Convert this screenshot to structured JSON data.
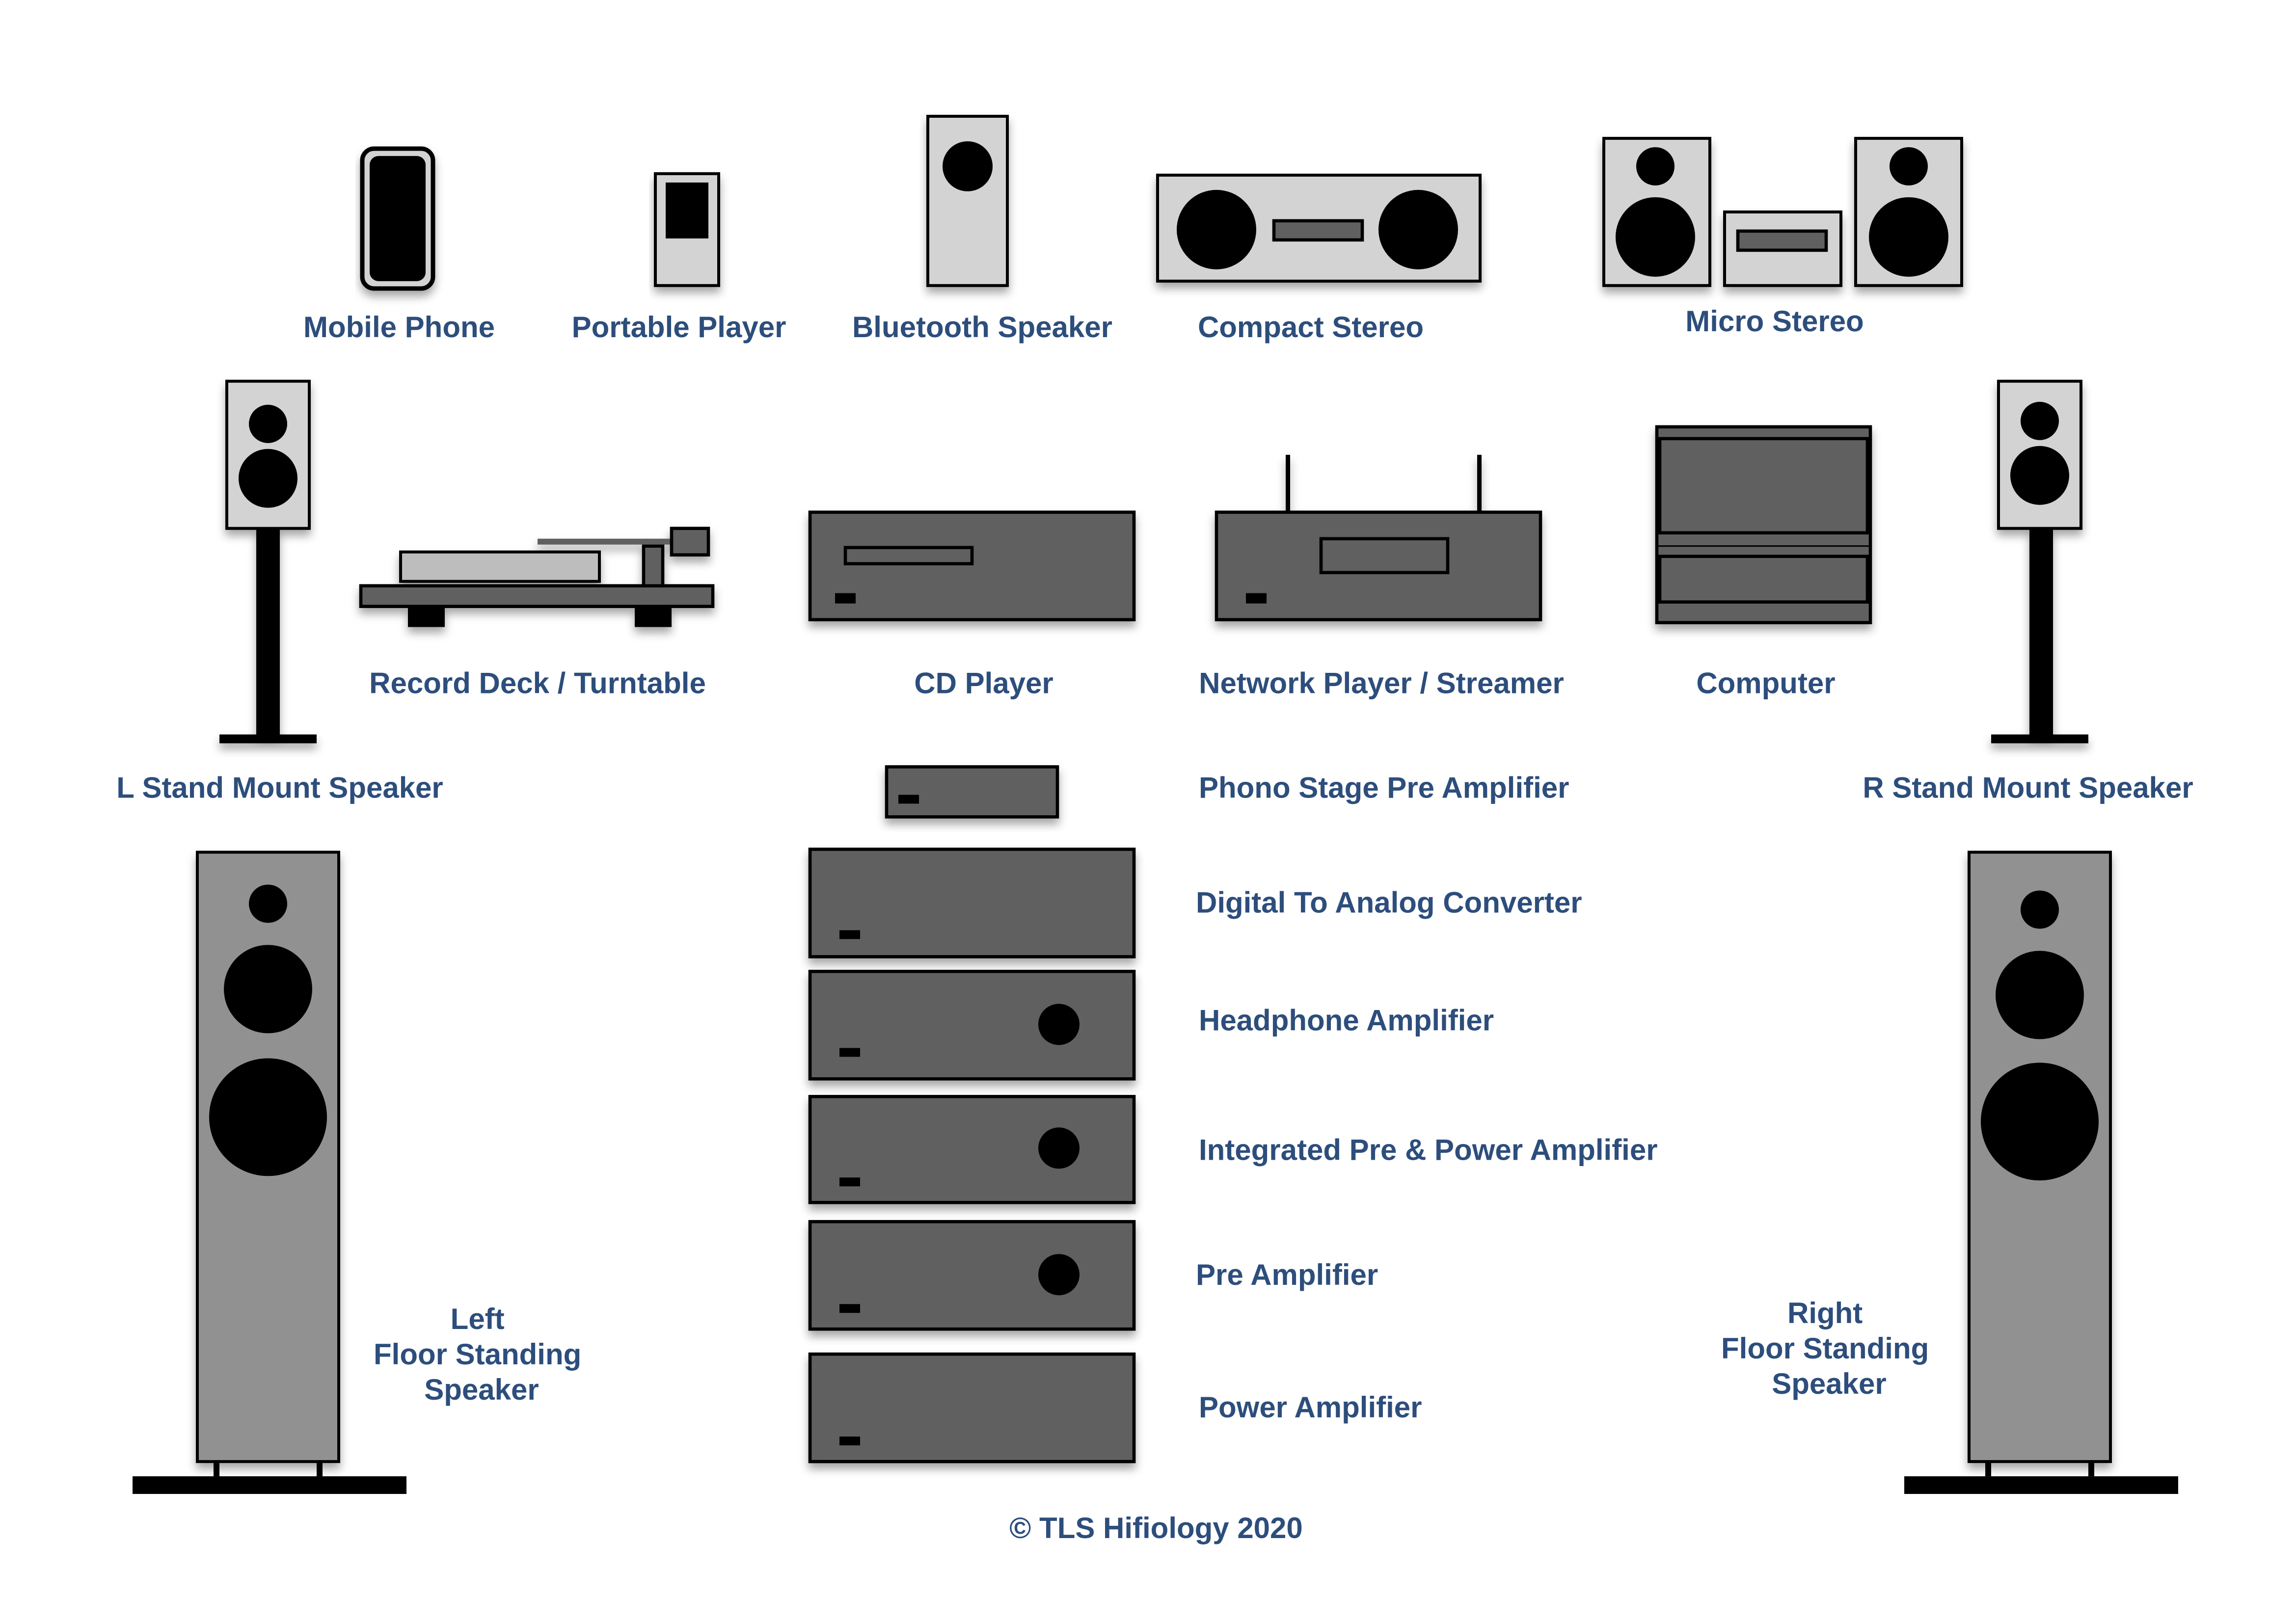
{
  "title": "Hi-Fi Components Overview",
  "colors": {
    "label": "#2d4e7c",
    "light_body": "#d3d3d3",
    "dark_body": "#606060",
    "floor_speaker_body": "#919191",
    "driver": "#000000",
    "background": "#ffffff"
  },
  "labels": {
    "mobile_phone": "Mobile Phone",
    "portable_player": "Portable Player",
    "bluetooth_speaker": "Bluetooth Speaker",
    "compact_stereo": "Compact Stereo",
    "micro_stereo": "Micro Stereo",
    "record_deck": "Record Deck / Turntable",
    "cd_player": "CD Player",
    "network_player": "Network Player / Streamer",
    "computer": "Computer",
    "l_stand_mount": "L Stand Mount Speaker",
    "r_stand_mount": "R Stand Mount Speaker",
    "phono_stage": "Phono Stage Pre Amplifier",
    "dac": "Digital To Analog Converter",
    "headphone_amp": "Headphone Amplifier",
    "integrated_amp": "Integrated Pre & Power Amplifier",
    "pre_amp": "Pre Amplifier",
    "power_amp": "Power Amplifier",
    "left_floor": [
      "Left",
      "Floor Standing",
      "Speaker"
    ],
    "right_floor": [
      "Right",
      "Floor Standing",
      "Speaker"
    ]
  },
  "footer": {
    "copyright": "© TLS Hifiology 2020"
  }
}
